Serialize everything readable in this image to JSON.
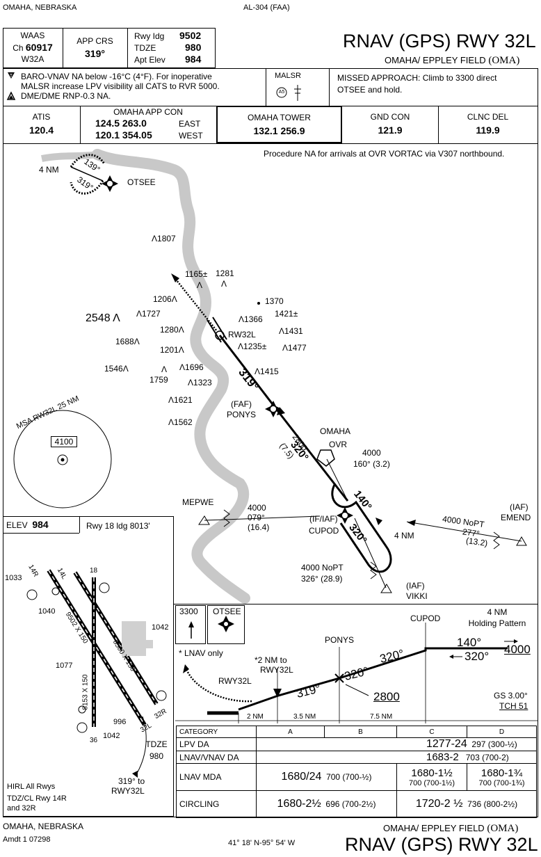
{
  "header": {
    "location_top": "OMAHA, NEBRASKA",
    "chart_id": "AL-304 (FAA)",
    "title": "RNAV (GPS) RWY 32L",
    "airport": "OMAHA/ EPPLEY FIELD",
    "airport_id": "(OMA)"
  },
  "info_boxes": {
    "waas_label": "WAAS",
    "waas_ch_prefix": "Ch",
    "waas_ch": "60917",
    "waas_id": "W32A",
    "app_crs_label": "APP CRS",
    "app_crs_value": "319°",
    "rwy_ldg_label": "Rwy Idg",
    "rwy_ldg_value": "9502",
    "tdze_label": "TDZE",
    "tdze_value": "980",
    "apt_elev_label": "Apt Elev",
    "apt_elev_value": "984"
  },
  "notes": {
    "line1": "BARO-VNAV NA below -16°C (4°F).  For inoperative",
    "line2": "MALSR increase LPV visibility all CATS to RVR 5000.",
    "line3": "DME/DME RNP-0.3 NA.",
    "malsr": "MALSR",
    "malsr_symbol": "A5",
    "missed_line1": "MISSED APPROACH:  Climb to 3300 direct",
    "missed_line2": "OTSEE  and hold."
  },
  "comms": {
    "atis_label": "ATIS",
    "atis_freq": "120.4",
    "app_con_label": "OMAHA APP CON",
    "app_freq1": "124.5 263.0",
    "app_dir1": "EAST",
    "app_freq2": "120.1 354.05",
    "app_dir2": "WEST",
    "tower_label": "OMAHA TOWER",
    "tower_freq": "132.1  256.9",
    "gnd_label": "GND CON",
    "gnd_freq": "121.9",
    "clnc_label": "CLNC DEL",
    "clnc_freq": "119.9"
  },
  "plan": {
    "procedure_note": "Procedure NA for arrivals at OVR VORTAC via V307 northbound.",
    "otsee": "OTSEE",
    "otsee_hold_in": "139°",
    "otsee_hold_out": "319°",
    "otsee_leg": "4 NM",
    "obstacles": [
      "1807",
      "1165±",
      "1281",
      "1206",
      "1370",
      "1366",
      "1421±",
      "2548",
      "1727",
      "1280",
      "1431",
      "1688",
      "1201",
      "1235±",
      "1477",
      "RW32L",
      "1546",
      "1759",
      "1696",
      "1415",
      "1323",
      "1621",
      "1562"
    ],
    "final_course": "319°",
    "faf_label": "(FAF)",
    "ponys": "PONYS",
    "seg_alt": "2800",
    "seg_crs": "320°",
    "seg_dist": "(7.5)",
    "omaha": "OMAHA",
    "ovr": "OVR",
    "ovr_alt": "4000",
    "ovr_crs": "160° (3.2)",
    "msa_label": "MSA RW32L 25 NM",
    "msa_alt": "4100",
    "mepwe": "MEPWE",
    "mepwe_alt": "4000",
    "mepwe_crs": "079°",
    "mepwe_dist": "(16.4)",
    "cupod_iaf": "(IF/IAF)",
    "cupod": "CUPOD",
    "hold_out": "140°",
    "hold_in": "320°",
    "hold_leg": "4 NM",
    "emend_iaf": "(IAF)",
    "emend": "EMEND",
    "emend_alt": "4000 NoPT",
    "emend_crs": "277°",
    "emend_dist": "(13.2)",
    "vikki_alt": "4000 NoPT",
    "vikki_crs": "326° (28.9)",
    "vikki_iaf": "(IAF)",
    "vikki": "VIKKI"
  },
  "airport_diagram": {
    "elev_label": "ELEV",
    "elev_value": "984",
    "rwy18": "Rwy 18 ldg 8013'",
    "obs_1033": "1033",
    "obs_1040": "1040",
    "obs_1042a": "1042",
    "obs_1077": "1077",
    "obs_996": "996",
    "obs_1042b": "1042",
    "rwy_14l": "14L",
    "rwy_14r": "14R",
    "rwy_18": "18",
    "rwy_36": "36",
    "rwy_32l": "32L",
    "rwy_32r": "32R",
    "dim1": "9502 X 150",
    "dim2": "8500 X 150",
    "dim3": "8153 X 150",
    "tdze_label": "TDZE",
    "tdze_value": "980",
    "crs_to": "319° to",
    "crs_rwy": "RWY32L",
    "hirl": "HIRL All Rwys",
    "tdz_1": "TDZ/CL Rwy 14R",
    "tdz_2": "and 32R"
  },
  "profile": {
    "missed_alt": "3300",
    "missed_fix": "OTSEE",
    "lnav_only": "* LNAV only",
    "rwy": "RWY32L",
    "nm_to_1": "*2 NM to",
    "nm_to_2": "RWY32L",
    "ponys": "PONYS",
    "cupod": "CUPOD",
    "hold_1": "4 NM",
    "hold_2": "Holding Pattern",
    "hold_out": "140°",
    "hold_in": "320°",
    "hold_alt": "4000",
    "crs_319": "319°",
    "crs_320a": "320°",
    "crs_320b": "320°",
    "faf_alt": "2800",
    "gs": "GS 3.00°",
    "tch": "TCH 51",
    "dist1": "2 NM",
    "dist2": "3.5 NM",
    "dist3": "7.5 NM"
  },
  "minimums": {
    "header": [
      "CATEGORY",
      "A",
      "B",
      "C",
      "D"
    ],
    "lpv_label": "LPV  DA",
    "lpv_value": "1277-24",
    "lpv_haa": "297 (300-½)",
    "lnavvnav_label": "LNAV/VNAV DA",
    "lnavvnav_value": "1683-2",
    "lnavvnav_haa": "703 (700-2)",
    "lnav_label": "LNAV  MDA",
    "lnav_ab": "1680/24",
    "lnav_ab_haa": "700 (700-½)",
    "lnav_c": "1680-1½",
    "lnav_c_haa": "700 (700-1½)",
    "lnav_d": "1680-1¾",
    "lnav_d_haa": "700 (700-1¾)",
    "circ_label": "CIRCLING",
    "circ_ab": "1680-2½",
    "circ_ab_haa": "696 (700-2½)",
    "circ_cd": "1720-2 ½",
    "circ_cd_haa": "736 (800-2½)"
  },
  "footer": {
    "location": "OMAHA, NEBRASKA",
    "amdt": "Amdt 1 07298",
    "coords": "41° 18' N-95° 54' W",
    "airport": "OMAHA/ EPPLEY FIELD",
    "airport_id": "(OMA)",
    "title": "RNAV (GPS) RWY 32L"
  }
}
